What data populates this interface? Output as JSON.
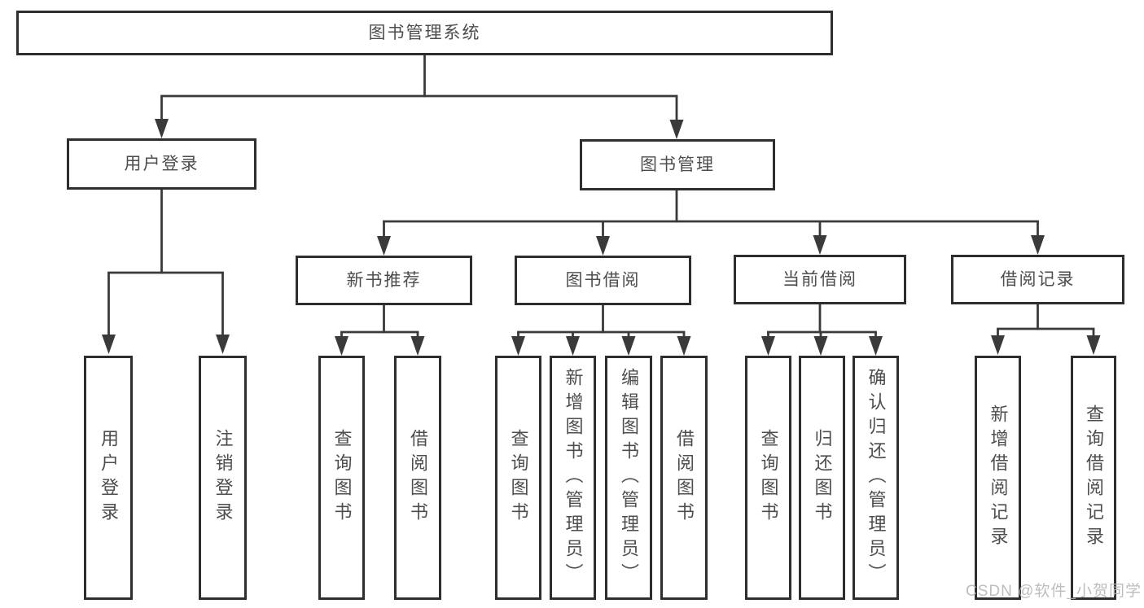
{
  "diagram": {
    "title_node": "图书管理系统",
    "branches": {
      "user_login": {
        "label": "用户登录",
        "children": {
          "login": "用户登录",
          "logout": "注销登录"
        }
      },
      "book_management": {
        "label": "图书管理",
        "sections": {
          "new_book_recommend": {
            "label": "新书推荐",
            "children": {
              "query_books": "查询图书",
              "borrow_books": "借阅图书"
            }
          },
          "book_borrow": {
            "label": "图书借阅",
            "children": {
              "query_books": "查询图书",
              "add_books_admin": "新增图书（管理员）",
              "edit_books_admin": "编辑图书（管理员）",
              "borrow_books": "借阅图书"
            }
          },
          "current_borrow": {
            "label": "当前借阅",
            "children": {
              "query_books": "查询图书",
              "return_books": "归还图书",
              "confirm_return_admin": "确认归还（管理员）"
            }
          },
          "borrow_records": {
            "label": "借阅记录",
            "children": {
              "add_borrow_record": "新增借阅记录",
              "query_borrow_record": "查询借阅记录"
            }
          }
        }
      }
    }
  },
  "watermark": "CSDN @软件_小贺同学",
  "colors": {
    "line": "#3a3a3a",
    "box_border": "#2e2e2e",
    "text": "#4d4d4d",
    "watermark": "#b5b5b5",
    "background": "#ffffff"
  }
}
